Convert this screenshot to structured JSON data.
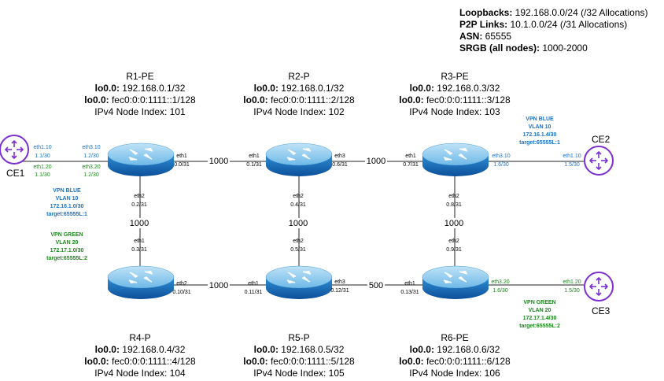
{
  "header": {
    "loopbacks": {
      "label": "Loopbacks:",
      "value": " 192.168.0.0/24 (/32 Allocations)"
    },
    "p2p": {
      "label": "P2P Links:",
      "value": " 10.1.0.0/24 (/31 Allocations)"
    },
    "asn": {
      "label": "ASN:",
      "value": " 65555"
    },
    "srgb": {
      "label": "SRGB (all nodes):",
      "value": " 1000-2000"
    }
  },
  "routers": {
    "r1": {
      "name": "R1-PE",
      "v4_key": "lo0.0:",
      "v4_val": " 192.168.0.1/32",
      "v6_key": "lo0.0:",
      "v6_val": " fec0:0:0:1111::1/128",
      "index": "IPv4 Node Index: 101"
    },
    "r2": {
      "name": "R2-P",
      "v4_key": "lo0.0:",
      "v4_val": " 192.168.0.1/32",
      "v6_key": "lo0.0:",
      "v6_val": " fec0:0:0:1111::2/128",
      "index": "IPv4 Node Index: 102"
    },
    "r3": {
      "name": "R3-PE",
      "v4_key": "lo0.0:",
      "v4_val": " 192.168.0.3/32",
      "v6_key": "lo0.0:",
      "v6_val": " fec0:0:0:1111::3/128",
      "index": "IPv4 Node Index: 103"
    },
    "r4": {
      "name": "R4-P",
      "v4_key": "lo0.0:",
      "v4_val": " 192.168.0.4/32",
      "v6_key": "lo0.0:",
      "v6_val": " fec0:0:0:1111::4/128",
      "index": "IPv4 Node Index: 104"
    },
    "r5": {
      "name": "R5-P",
      "v4_key": "lo0.0:",
      "v4_val": " 192.168.0.5/32",
      "v6_key": "lo0.0:",
      "v6_val": " fec0:0:0:1111::5/128",
      "index": "IPv4 Node Index: 105"
    },
    "r6": {
      "name": "R6-PE",
      "v4_key": "lo0.0:",
      "v4_val": " 192.168.0.6/32",
      "v6_key": "lo0.0:",
      "v6_val": " fec0:0:0:1111::6/128",
      "index": "IPv4 Node Index: 106"
    }
  },
  "ce": {
    "ce1": "CE1",
    "ce2": "CE2",
    "ce3": "CE3"
  },
  "links": {
    "r1r2": {
      "metric": "1000",
      "a_if": "eth1",
      "a_ip": "0.0/31",
      "b_if": "eth1",
      "b_ip": "0.1/31"
    },
    "r2r3": {
      "metric": "1000",
      "a_if": "eth3",
      "a_ip": "0.6/31",
      "b_if": "eth1",
      "b_ip": "0.7/31"
    },
    "r1r4": {
      "metric": "1000",
      "a_if": "eth2",
      "a_ip": "0.2/31",
      "b_if": "eth1",
      "b_ip": "0.3/31"
    },
    "r2r5": {
      "metric": "1000",
      "a_if": "eth2",
      "a_ip": "0.4/31",
      "b_if": "eth2",
      "b_ip": "0.5/31"
    },
    "r3r6": {
      "metric": "1000",
      "a_if": "eth2",
      "a_ip": "0.8/31",
      "b_if": "eth2",
      "b_ip": "0.9/31"
    },
    "r4r5": {
      "metric": "1000",
      "a_if": "eth2",
      "a_ip": "0.10/31",
      "b_if": "eth1",
      "b_ip": "0.11/31"
    },
    "r5r6": {
      "metric": "500",
      "a_if": "eth3",
      "a_ip": "0.12/31",
      "b_if": "eth1",
      "b_ip": "0.13/31"
    }
  },
  "ce_links": {
    "ce1_r1_blue": {
      "ce_if": "eth1.10",
      "ce_ip": "1.1/30",
      "pe_if": "eth3.10",
      "pe_ip": "1.2/30"
    },
    "ce1_r1_green": {
      "ce_if": "eth1.20",
      "ce_ip": "1.1/30",
      "pe_if": "eth3.20",
      "pe_ip": "1.2/30"
    },
    "ce2_r3": {
      "pe_if": "eth3.10",
      "pe_ip": "1.6/30",
      "ce_if": "eth1.10",
      "ce_ip": "1.5/30"
    },
    "ce3_r6": {
      "pe_if": "eth3.20",
      "pe_ip": "1.6/30",
      "ce_if": "eth1.20",
      "ce_ip": "1.5/30"
    }
  },
  "vpns": {
    "blue_left": {
      "l1": "VPN BLUE",
      "l2": "VLAN 10",
      "l3": "172.16.1.0/30",
      "l4": "target:65555L:1"
    },
    "green_left": {
      "l1": "VPN GREEN",
      "l2": "VLAN 20",
      "l3": "172.17.1.0/30",
      "l4": "target:65555L:2"
    },
    "blue_right": {
      "l1": "VPN BLUE",
      "l2": "VLAN 10",
      "l3": "172.16.1.4/30",
      "l4": "target:65555L:1"
    },
    "green_right": {
      "l1": "VPN GREEN",
      "l2": "VLAN 20",
      "l3": "172.17.1.4/30",
      "l4": "target:65555L:2"
    }
  },
  "colors": {
    "blue_vpn": "#1a73c8",
    "green_vpn": "#1a8a1a",
    "ce_purple": "#7b2fd0",
    "router_blue": "#2f8fd6"
  }
}
